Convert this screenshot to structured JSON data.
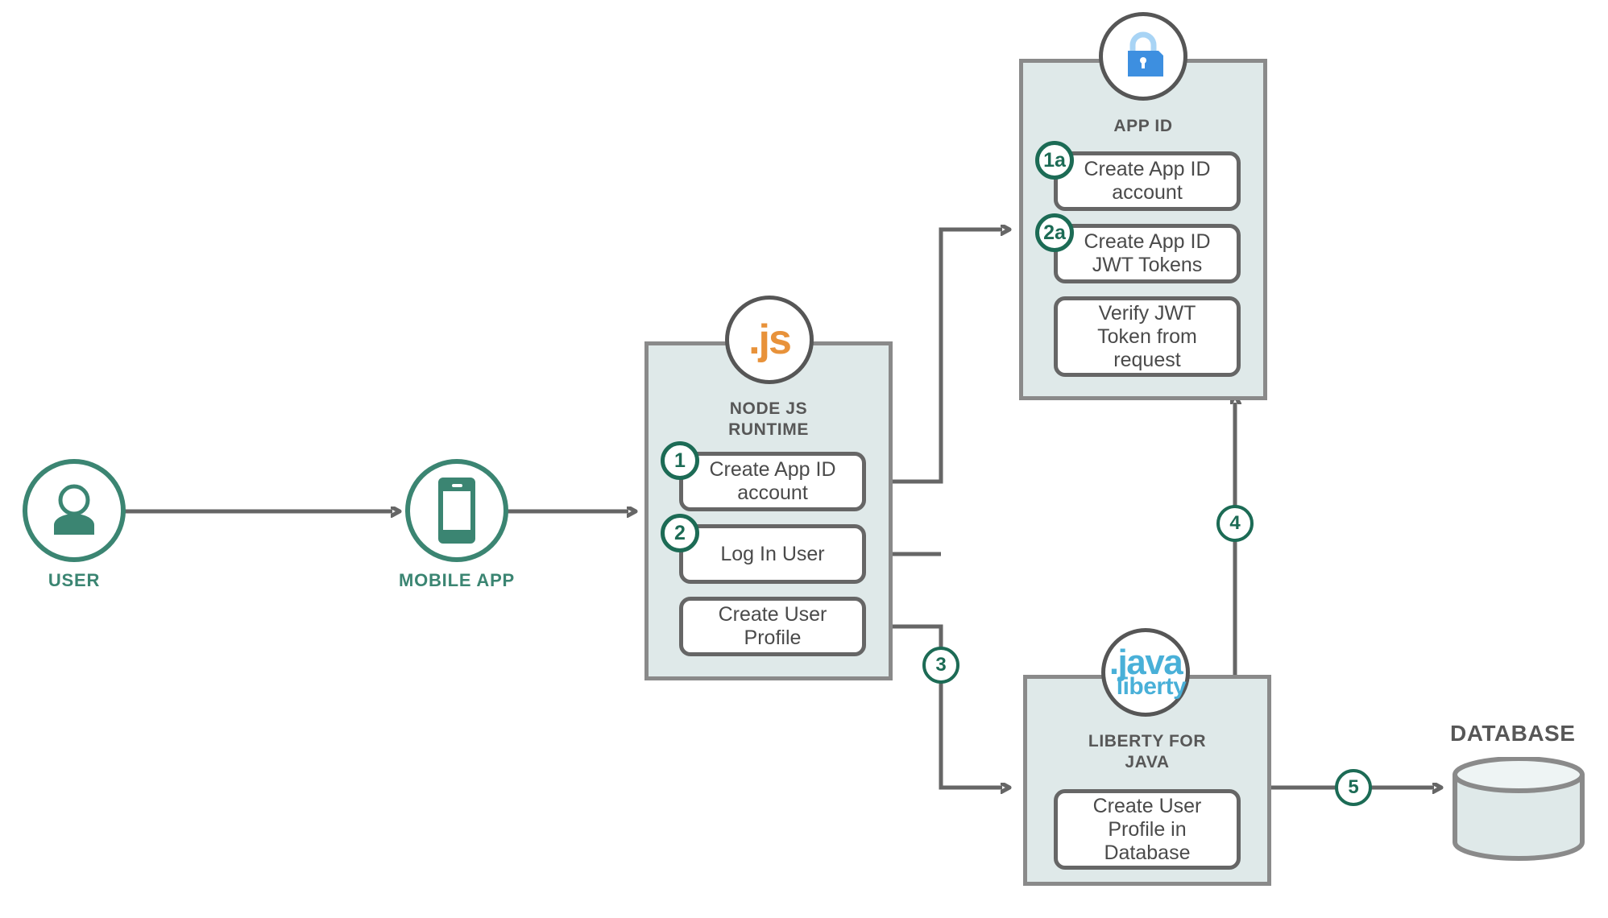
{
  "diagram": {
    "title": "App ID authentication and user profile architecture flow",
    "colors": {
      "panel_fill": "#dfe9e9",
      "panel_stroke": "#8a8a8a",
      "box_stroke": "#666666",
      "badge_accent": "#1c6b55",
      "entity_accent": "#3b8572",
      "connector": "#666666",
      "js_orange": "#e8923a",
      "java_blue": "#49b0d8",
      "appid_blue": "#3d8fe0",
      "text_dark": "#4a4a4a",
      "label_gray": "#575757"
    }
  },
  "entities": {
    "user": {
      "label": "USER",
      "icon": "user-icon"
    },
    "mobile_app": {
      "label": "MOBILE APP",
      "icon": "mobile-phone-icon"
    },
    "database": {
      "label": "DATABASE",
      "icon": "database-cylinder-icon"
    }
  },
  "zones": [
    {
      "id": "nodejs",
      "title_line1": "NODE JS",
      "title_line2": "RUNTIME",
      "logo": "js-logo",
      "logo_text": ".js",
      "boxes": [
        {
          "step": "1",
          "label_line1": "Create App ID",
          "label_line2": "account"
        },
        {
          "step": "2",
          "label_line1": "Log In User",
          "label_line2": ""
        },
        {
          "step": "",
          "label_line1": "Create User",
          "label_line2": "Profile"
        }
      ]
    },
    {
      "id": "appid",
      "title_line1": "APP ID",
      "title_line2": "",
      "logo": "lock-icon",
      "logo_text": "",
      "boxes": [
        {
          "step": "1a",
          "label_line1": "Create App ID",
          "label_line2": "account"
        },
        {
          "step": "2a",
          "label_line1": "Create App ID",
          "label_line2": "JWT Tokens"
        },
        {
          "step": "",
          "label_line1": "Verify JWT",
          "label_line2": "Token from",
          "label_line3": "request"
        }
      ]
    },
    {
      "id": "liberty",
      "title_line1": "LIBERTY FOR",
      "title_line2": "JAVA",
      "logo": "java-liberty-logo",
      "logo_text_1": ".java",
      "logo_text_2": "liberty",
      "boxes": [
        {
          "step": "",
          "label_line1": "Create User",
          "label_line2": "Profile in",
          "label_line3": "Database"
        }
      ]
    }
  ],
  "flow_steps": [
    {
      "id": "3",
      "label": "3",
      "from": "Create User Profile",
      "to": "Liberty for Java"
    },
    {
      "id": "4",
      "label": "4",
      "from": "Liberty for Java",
      "to": "App ID"
    },
    {
      "id": "5",
      "label": "5",
      "from": "Liberty for Java",
      "to": "Database"
    }
  ]
}
